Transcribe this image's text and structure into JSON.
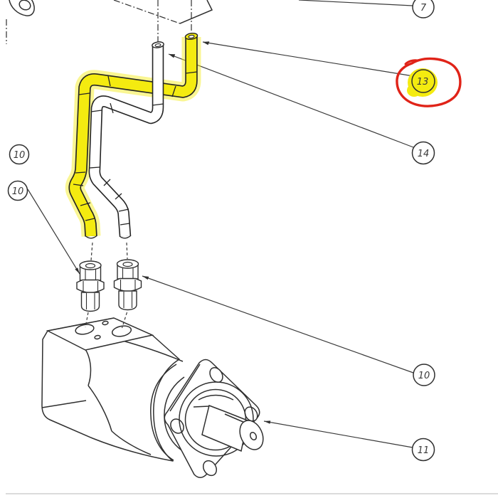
{
  "diagram": {
    "type": "exploded-parts-diagram",
    "subject": "hydraulic motor with two hoses and two port fittings",
    "background": "#ffffff",
    "line_color": "#2f2f2f",
    "highlight_color": "#f4eb10",
    "annotation_color": "#e02318"
  },
  "callouts": [
    {
      "label": "7"
    },
    {
      "label": "13",
      "highlighted": true,
      "annotation": "red hand-drawn circle"
    },
    {
      "label": "14"
    },
    {
      "label": "10"
    },
    {
      "label": "10"
    },
    {
      "label": "10"
    },
    {
      "label": "11"
    }
  ]
}
